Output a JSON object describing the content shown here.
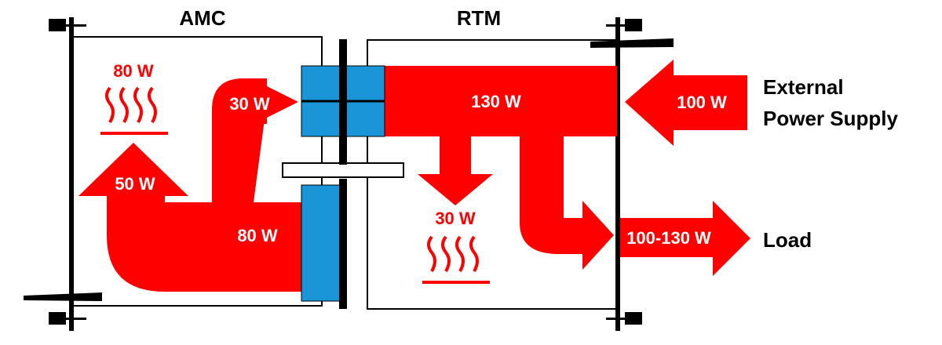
{
  "colors": {
    "flow": "#ff0000",
    "connector": "#1a96d8",
    "outline": "#000000",
    "background": "#ffffff"
  },
  "modules": {
    "amc_title": "AMC",
    "rtm_title": "RTM"
  },
  "flows": {
    "amc_dissipation": "80 W",
    "amc_connector_in": "30 W",
    "amc_up": "50 W",
    "amc_bottom": "80 W",
    "rtm_main": "130 W",
    "rtm_dissipation": "30 W",
    "external_in": "100 W",
    "load_out": "100-130 W"
  },
  "labels": {
    "external_line1": "External",
    "external_line2": "Power Supply",
    "load": "Load"
  },
  "icons": {
    "heat": "heat-waves-icon"
  }
}
